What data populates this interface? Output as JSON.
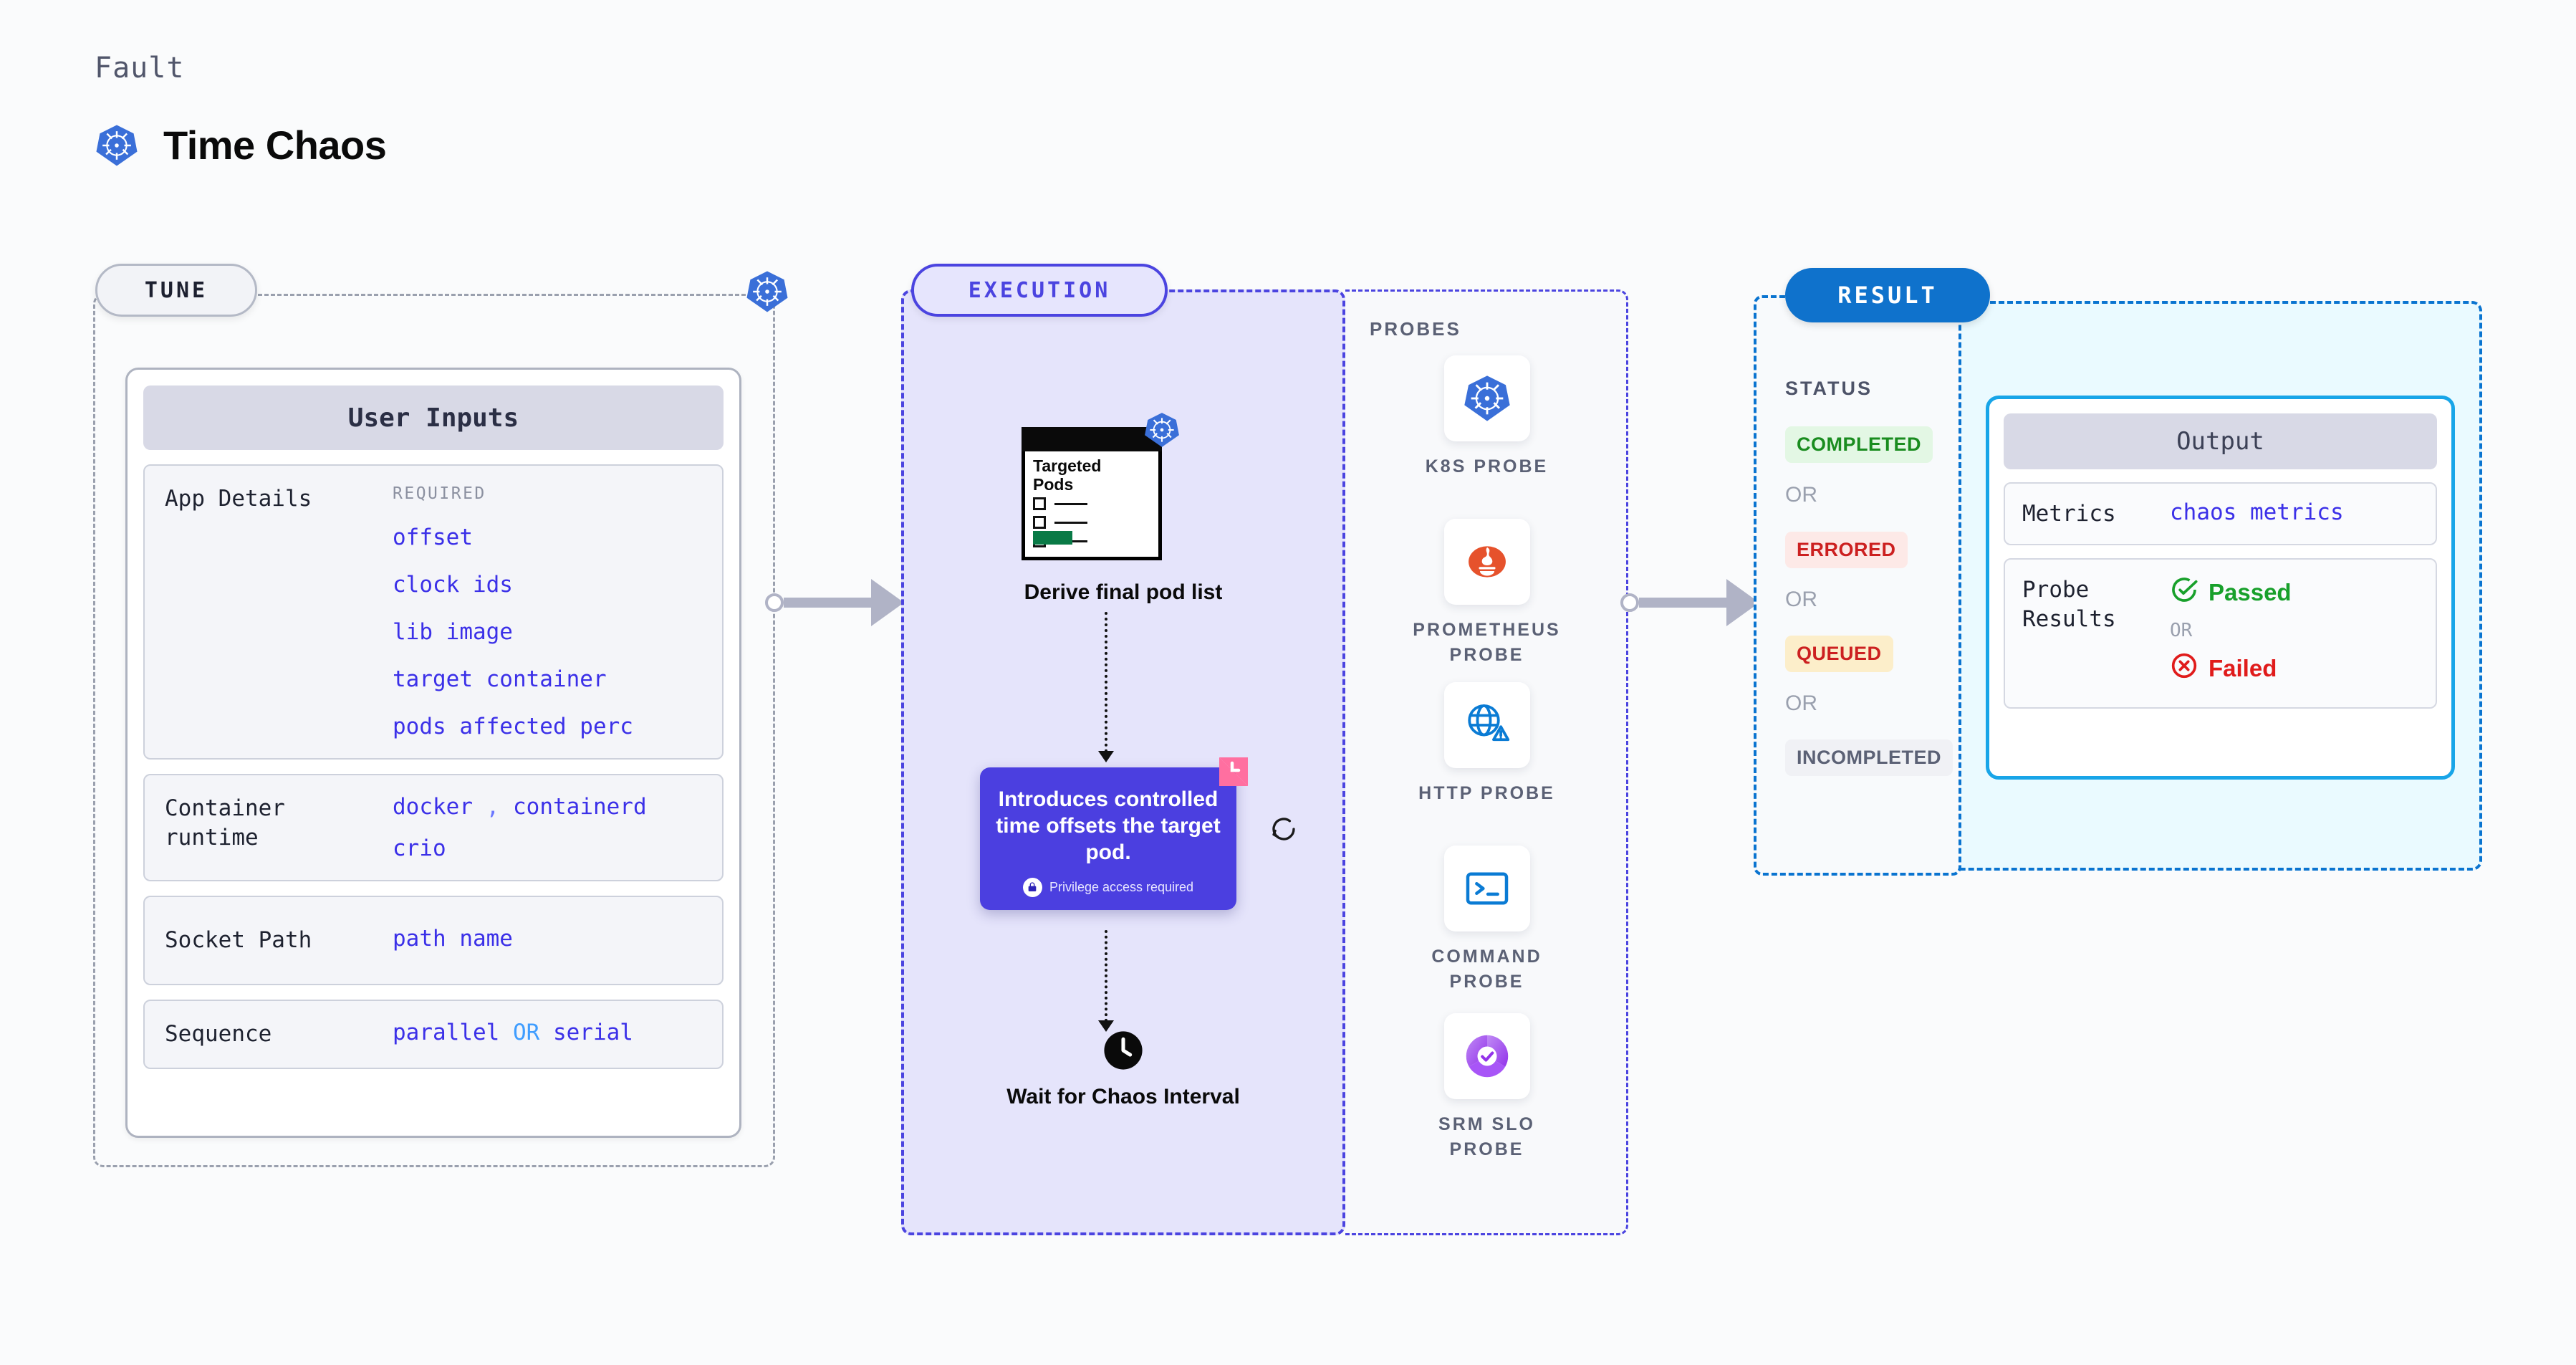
{
  "header": {
    "kicker": "Fault",
    "title": "Time Chaos",
    "icon": "kubernetes-icon"
  },
  "stages": {
    "tune": {
      "pill": "TUNE"
    },
    "execution": {
      "pill": "EXECUTION"
    },
    "result": {
      "pill": "RESULT"
    }
  },
  "user_inputs": {
    "card_title": "User Inputs",
    "rows": [
      {
        "label": "App Details",
        "required_tag": "REQUIRED",
        "values": [
          "offset",
          "clock ids",
          "lib image",
          "target container",
          "pods affected perc"
        ]
      },
      {
        "label": "Container runtime",
        "values_line1_a": "docker",
        "values_line1_sep": ",",
        "values_line1_b": "containerd",
        "values_line2": "crio"
      },
      {
        "label": "Socket Path",
        "value": "path name"
      },
      {
        "label": "Sequence",
        "value_a": "parallel",
        "value_or": "OR",
        "value_b": "serial"
      }
    ]
  },
  "execution": {
    "pods_card_title": "Targeted Pods",
    "pods_card_icon": "kubernetes-icon",
    "step1_caption": "Derive final pod list",
    "tooltip": {
      "text": "Introduces controlled time offsets the target pod.",
      "note": "Privilege access required",
      "note_icon": "lock-icon",
      "corner_icon": "time-chaos-flag-icon",
      "side_icon": "refresh-icon"
    },
    "step2_icon": "clock-icon",
    "step2_caption": "Wait for Chaos Interval"
  },
  "probes": {
    "title": "PROBES",
    "items": [
      {
        "label": "K8S PROBE",
        "icon": "kubernetes-icon"
      },
      {
        "label": "PROMETHEUS\nPROBE",
        "icon": "prometheus-icon"
      },
      {
        "label": "HTTP PROBE",
        "icon": "globe-warning-icon"
      },
      {
        "label": "COMMAND\nPROBE",
        "icon": "terminal-icon"
      },
      {
        "label": "SRM SLO\nPROBE",
        "icon": "slo-donut-icon"
      }
    ]
  },
  "result": {
    "status_title": "STATUS",
    "or_label": "OR",
    "chips": [
      {
        "label": "COMPLETED",
        "bg": "#e3f7e4",
        "fg": "#1a8c1f"
      },
      {
        "label": "ERRORED",
        "bg": "#fde9e7",
        "fg": "#cc2020"
      },
      {
        "label": "QUEUED",
        "bg": "#fceeca",
        "fg": "#cc2020"
      },
      {
        "label": "INCOMPLETED",
        "bg": "#f0f1f5",
        "fg": "#5b6175"
      }
    ]
  },
  "output": {
    "card_title": "Output",
    "metrics_label": "Metrics",
    "metrics_value": "chaos metrics",
    "probe_results_label": "Probe Results",
    "passed_label": "Passed",
    "passed_icon": "check-circle-icon",
    "or_label": "OR",
    "failed_label": "Failed",
    "failed_icon": "x-circle-icon"
  },
  "colors": {
    "accent_purple": "#4b44e0",
    "accent_blue": "#0f72cc",
    "value_blue": "#3b30e8",
    "passed_green": "#18a02b",
    "failed_red": "#e01b1b",
    "pink": "#ff6fa0"
  }
}
